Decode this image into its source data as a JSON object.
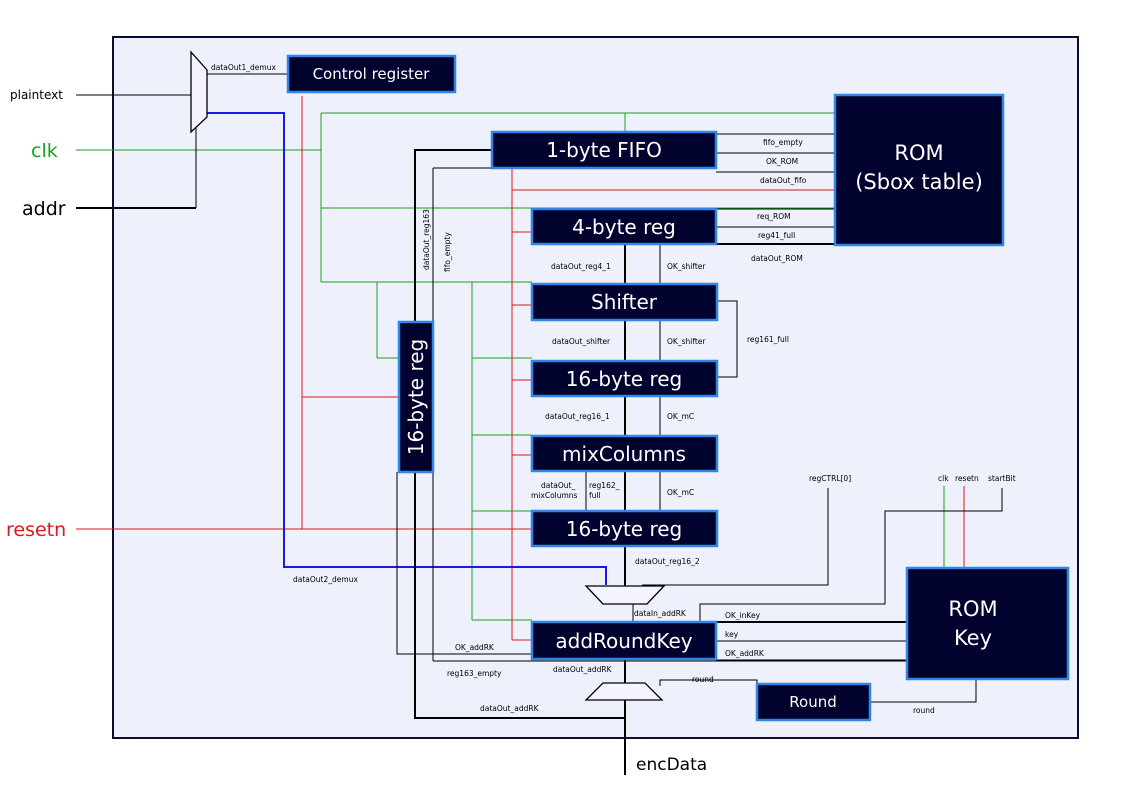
{
  "colors": {
    "frame_fill": "#eef0fb",
    "frame_stroke": "#0b0b33",
    "block_fill": "#02022e",
    "block_stroke": "#2f86e8",
    "clk": "#1aa21a",
    "reset": "#e0161a",
    "data_bus": "#1a1ae6",
    "signal": "#000000",
    "mux_fill": "#f4f4ff"
  },
  "inputs": {
    "plaintext": "plaintext",
    "clk": "clk",
    "addr": "addr",
    "resetn": "resetn"
  },
  "output": {
    "encData": "encData"
  },
  "blocks": {
    "control_register": "Control register",
    "fifo": "1-byte FIFO",
    "rom_sbox_line1": "ROM",
    "rom_sbox_line2": "(Sbox table)",
    "reg4": "4-byte reg",
    "shifter": "Shifter",
    "reg16_a": "16-byte reg",
    "mixcolumns": "mixColumns",
    "reg16_b": "16-byte reg",
    "reg16_side": "16-byte reg",
    "addroundkey": "addRoundKey",
    "rom_key_line1": "ROM",
    "rom_key_line2": "Key",
    "round": "Round"
  },
  "signals": {
    "dataOut1_demux": "dataOut1_demux",
    "fifo_empty_right": "fifo_empty",
    "ok_rom": "OK_ROM",
    "dataout_fifo": "dataOut_fifo",
    "req_rom": "req_ROM",
    "reg41_full": "reg41_full",
    "dataout_rom": "dataOut_ROM",
    "dataout_reg163": "dataOut_reg163",
    "fifo_empty_vert": "fifo_empty",
    "dataout_reg4_1": "dataOut_reg4_1",
    "ok_shifter_1": "OK_shifter",
    "dataout_shifter": "dataOut_shifter",
    "ok_shifter_2": "OK_shifter",
    "reg161_full": "reg161_full",
    "dataout_reg16_1": "dataOut_reg16_1",
    "ok_mc_1": "OK_mC",
    "dataout_mixcolumns_1": "dataOut_",
    "dataout_mixcolumns_2": "mixColumns",
    "reg162_full_1": "reg162_",
    "reg162_full_2": "full",
    "ok_mc_2": "OK_mC",
    "regctrl": "regCTRL[0]",
    "clk_small": "clk",
    "resetn_small": "resetn",
    "startbit": "startBit",
    "dataout_reg16_2": "dataOut_reg16_2",
    "dataout2_demux": "dataOut2_demux",
    "datain_addrk": "dataIn_addRK",
    "ok_inkey": "OK_inKey",
    "key": "key",
    "ok_addrk_left": "OK_addRK",
    "ok_addrk_right": "OK_addRK",
    "reg163_empty": "reg163_empty",
    "dataout_addrk_top": "dataOut_addRK",
    "round_top": "round",
    "round_bottom": "round",
    "dataout_addrk_bottom": "dataOut_addRK"
  }
}
